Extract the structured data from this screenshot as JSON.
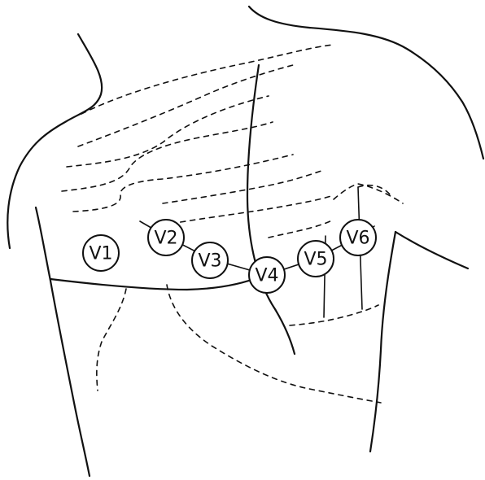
{
  "electrodes": [
    {
      "id": "V1",
      "label": "V1"
    },
    {
      "id": "V2",
      "label": "V2"
    },
    {
      "id": "V3",
      "label": "V3"
    },
    {
      "id": "V4",
      "label": "V4"
    },
    {
      "id": "V5",
      "label": "V5"
    },
    {
      "id": "V6",
      "label": "V6"
    }
  ]
}
